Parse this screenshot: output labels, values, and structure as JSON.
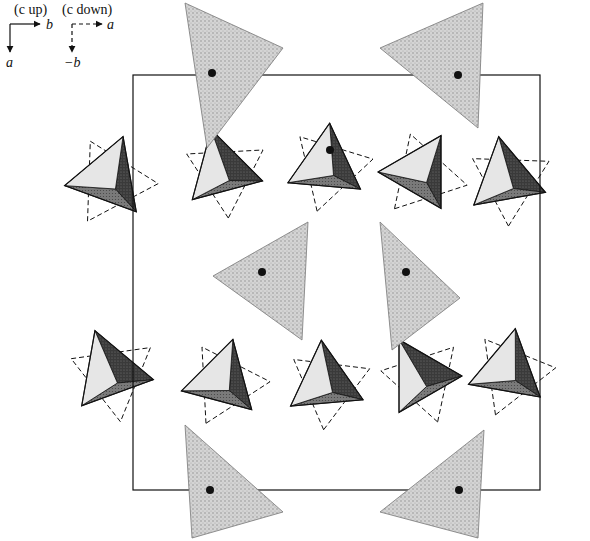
{
  "diagram": {
    "labels": [
      "(c up)",
      "(c down)",
      "b",
      "a",
      "a",
      "−b"
    ]
  }
}
